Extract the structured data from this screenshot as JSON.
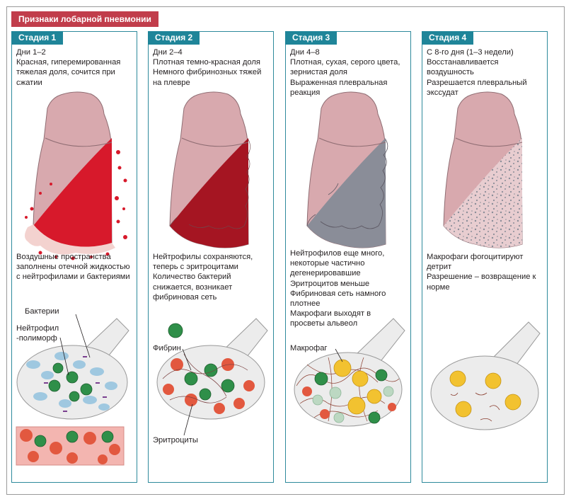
{
  "title": "Признаки лобарной пневмонии",
  "colors": {
    "title_bg": "#c13d4b",
    "tab_bg": "#1f8599",
    "lung_pink": "#d8a9ae",
    "stage1_red": "#d7192b",
    "stage2_red": "#a51522",
    "stage3_gray": "#8a8d98"
  },
  "stages": [
    {
      "tab": "Стадия 1",
      "desc": "Дни 1–2\nКрасная, гиперемированная тяжелая доля, сочится при сжатии",
      "mid": "Воздушные пространства заполнены отечной жидкостью с нейтрофилами и бактериями",
      "labels": {
        "bacteria": "Бактерии",
        "neutrophil": "Нейтрофил\n-полиморф"
      }
    },
    {
      "tab": "Стадия 2",
      "desc": "Дни 2–4\nПлотная темно-красная доля Немного фибринозных тяжей на плевре",
      "mid": "Нейтрофилы сохраняются, теперь с эритроцитами\nКоличество бактерий снижается, возникает фибриновая сеть",
      "labels": {
        "fibrin": "Фибрин",
        "erythrocytes": "Эритроциты"
      }
    },
    {
      "tab": "Стадия 3",
      "desc": "Дни 4–8\nПлотная, сухая, серого цвета, зернистая доля\nВыраженная плевральная реакция",
      "mid": "Нейтрофилов еще много, некоторые частично дегенерировавшие\nЭритроцитов меньше\nФибриновая сеть намного плотнее\nМакрофаги выходят в просветы альвеол",
      "labels": {
        "macrophage": "Макрофаг"
      }
    },
    {
      "tab": "Стадия 4",
      "desc": "С 8-го дня (1–3 недели)\nВосстанавливается воздушность\nРазрешается плевральный экссудат",
      "mid": "Макрофаги фогоцитируют детрит\nРазрешение – возвращение к норме",
      "labels": {}
    }
  ]
}
